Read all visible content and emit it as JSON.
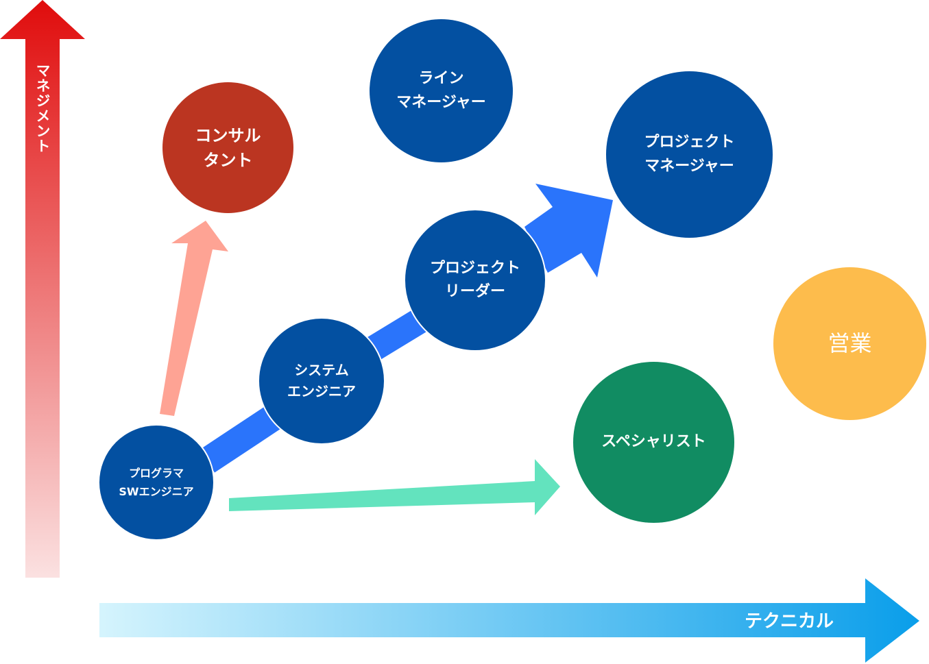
{
  "axes": {
    "vertical_label": "マネジメント",
    "horizontal_label": "テクニカル"
  },
  "roles": {
    "programmer": {
      "line1": "プログラマ",
      "line2": "SWエンジニア"
    },
    "system_engineer": {
      "line1": "システム",
      "line2": "エンジニア"
    },
    "project_leader": {
      "line1": "プロジェクト",
      "line2": "リーダー"
    },
    "project_manager": {
      "line1": "プロジェクト",
      "line2": "マネージャー"
    },
    "line_manager": {
      "line1": "ライン",
      "line2": "マネージャー"
    },
    "consultant": {
      "line1": "コンサル",
      "line2": "タント"
    },
    "specialist": {
      "line1": "スペシャリスト"
    },
    "sales": {
      "line1": "営業"
    }
  },
  "colors": {
    "career_blue": "#0350a1",
    "path_blue": "#2a74fb",
    "consultant_red": "#bb3521",
    "consultant_arrow": "#fea394",
    "specialist_green": "#118c62",
    "specialist_arrow": "#63e3be",
    "sales_yellow": "#fdbc4c",
    "management_axis_top": "#e00c0c",
    "technical_axis_end": "#0a9eea"
  }
}
